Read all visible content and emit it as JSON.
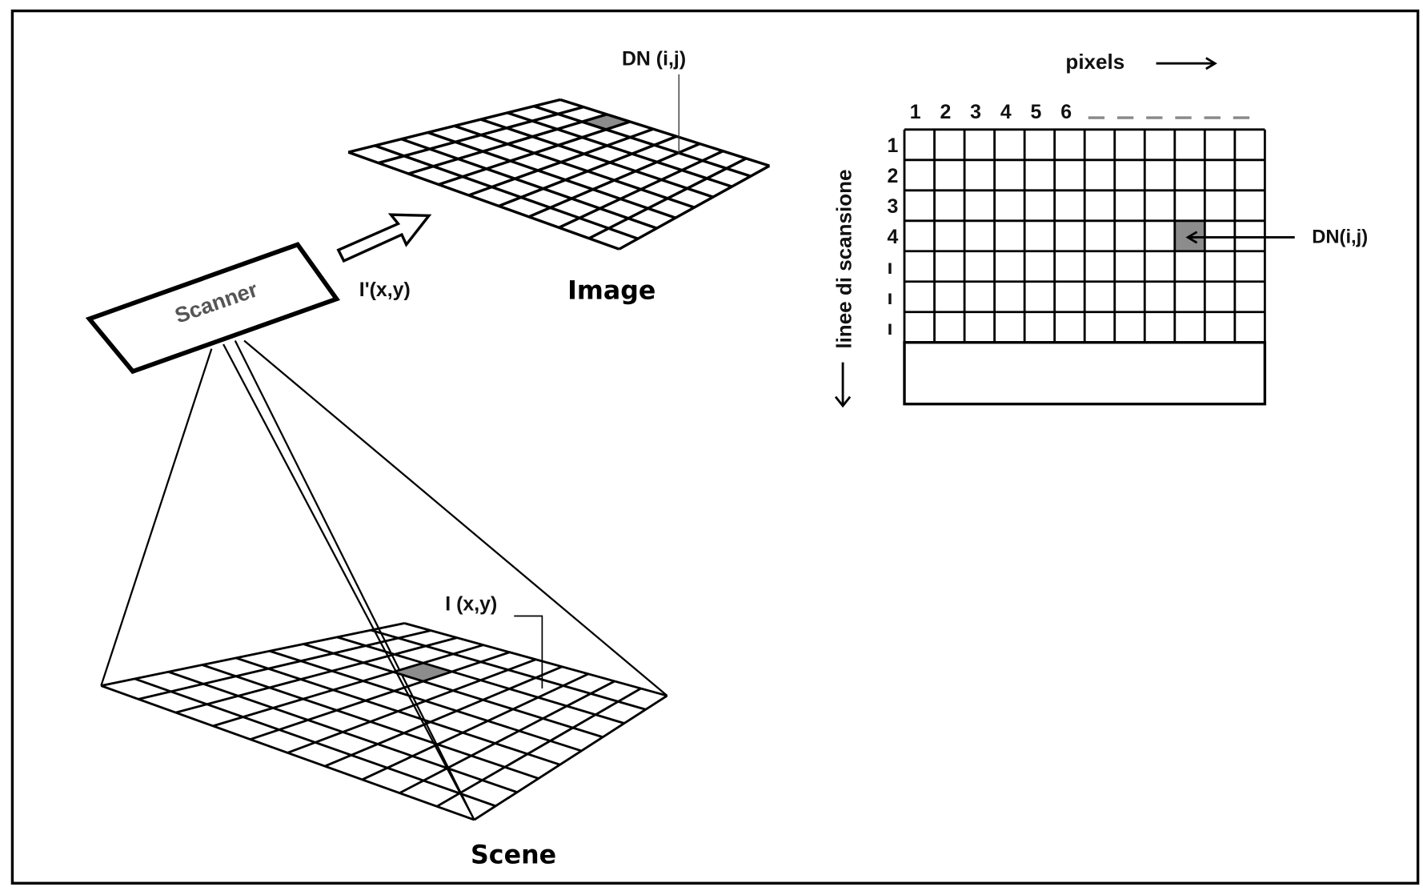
{
  "labels": {
    "dn_image": "DN (i,j)",
    "image": "Image",
    "scanner": "Scanner",
    "i_prime": "I'(x,y)",
    "i_scene": "I (x,y)",
    "scene": "Scene",
    "pixels": "pixels",
    "scan_lines": "linee di scansione",
    "dn_grid": "DN(i,j)"
  },
  "grid": {
    "column_labels": [
      "1",
      "2",
      "3",
      "4",
      "5",
      "6"
    ],
    "row_labels": [
      "1",
      "2",
      "3",
      "4",
      "ı",
      "ı",
      "ı"
    ],
    "columns": 12,
    "rows": 7,
    "highlight_column": 10,
    "highlight_row": 4
  },
  "colors": {
    "line": "#000000",
    "highlight": "#8c8c8c"
  }
}
